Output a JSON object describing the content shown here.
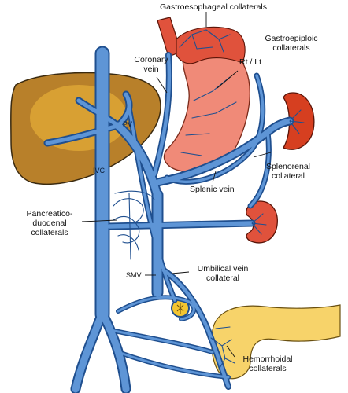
{
  "colors": {
    "vein": "#5e95d6",
    "vein_outline": "#1f4f8f",
    "liver": "#b8802a",
    "liver_highlight": "#f3b93a",
    "stomach": "#f08a78",
    "collateral_red": "#e0523c",
    "spleen": "#d63f20",
    "kidney": "#e0523c",
    "rectum": "#f7d36a"
  },
  "labels": {
    "gastroesophageal": "Gastroesophageal collaterals",
    "coronary_1": "Coronary",
    "coronary_2": "vein",
    "gastroepiploic_1": "Gastroepiploic",
    "gastroepiploic_2": "collaterals",
    "rt_lt": "Rt / Lt",
    "pv": "PV",
    "ivc": "IVC",
    "splenic_vein": "Splenic vein",
    "splenorenal_1": "Splenorenal",
    "splenorenal_2": "collateral",
    "pancreatico_1": "Pancreatico-",
    "pancreatico_2": "duodenal",
    "pancreatico_3": "collaterals",
    "umbilical_1": "Umbilical vein",
    "umbilical_2": "collateral",
    "smv": "SMV",
    "hemorrhoidal_1": "Hemorrhoidal",
    "hemorrhoidal_2": "collaterals"
  }
}
